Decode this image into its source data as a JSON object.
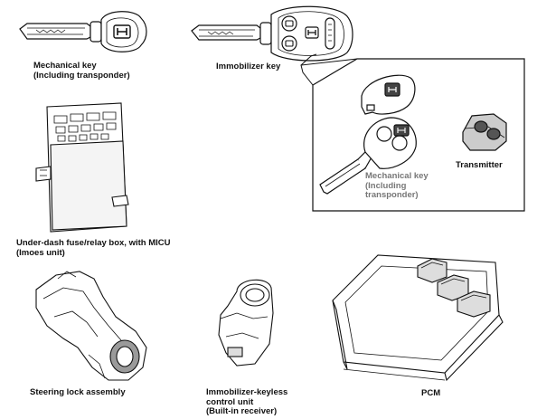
{
  "labels": {
    "mechanical_key": [
      "Mechanical key",
      "(Including transponder)"
    ],
    "immobilizer_key": [
      "Immobilizer key"
    ],
    "inset_mechanical_key": [
      "Mechanical key",
      "(Including",
      "transponder)"
    ],
    "transmitter": [
      "Transmitter"
    ],
    "fuse_box": [
      "Under-dash fuse/relay box, with MICU",
      "(Imoes unit)"
    ],
    "steering_lock": [
      "Steering lock assembly"
    ],
    "control_unit": [
      "Immobilizer-keyless",
      "control unit",
      "(Built-in receiver)"
    ],
    "pcm": [
      "PCM"
    ]
  },
  "colors": {
    "line": "#111111",
    "fill": "#ffffff",
    "shade": "#9a9a9a",
    "dark": "#333333",
    "inset_label": "#777777"
  },
  "icons": [
    "honda-logo-icon",
    "lock-button-icon",
    "unlock-button-icon",
    "panic-button-icon"
  ]
}
